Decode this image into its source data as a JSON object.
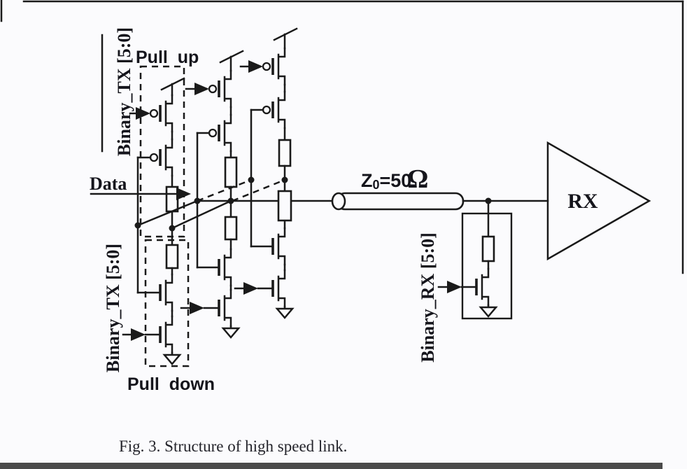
{
  "figure": {
    "caption": "Fig. 3. Structure of high speed link.",
    "labels": {
      "binary_tx_top": "Binary_TX [5:0]",
      "binary_tx_bottom": "Binary_TX [5:0]",
      "binary_rx": "Binary_RX [5:0]",
      "pull_up": "Pull up",
      "pull_down": "Pull down",
      "data": "Data",
      "rx": "RX"
    },
    "transmission_line": {
      "z": "Z",
      "z_subscript": "0",
      "value": "=50",
      "omega": "Ω"
    },
    "colors": {
      "ink": "#1a1a1a",
      "background": "#fbfbfd",
      "bottom_bar": "#4a4a4a"
    }
  }
}
